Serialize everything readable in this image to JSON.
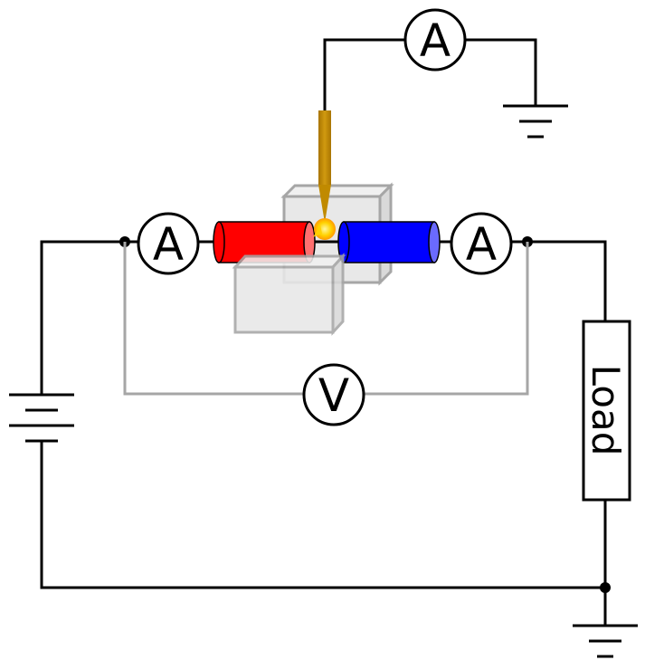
{
  "meters": {
    "ammeter_top": "A",
    "ammeter_left": "A",
    "ammeter_right": "A",
    "voltmeter": "V"
  },
  "load_label": "Load",
  "colors": {
    "wire": "#000000",
    "voltmeter_wire": "#a6a6a6",
    "left_electrode": "#ff0000",
    "right_electrode": "#0000ff",
    "probe": "#c08a00",
    "spark": "#ffd200",
    "block": "#e8e8e8"
  }
}
